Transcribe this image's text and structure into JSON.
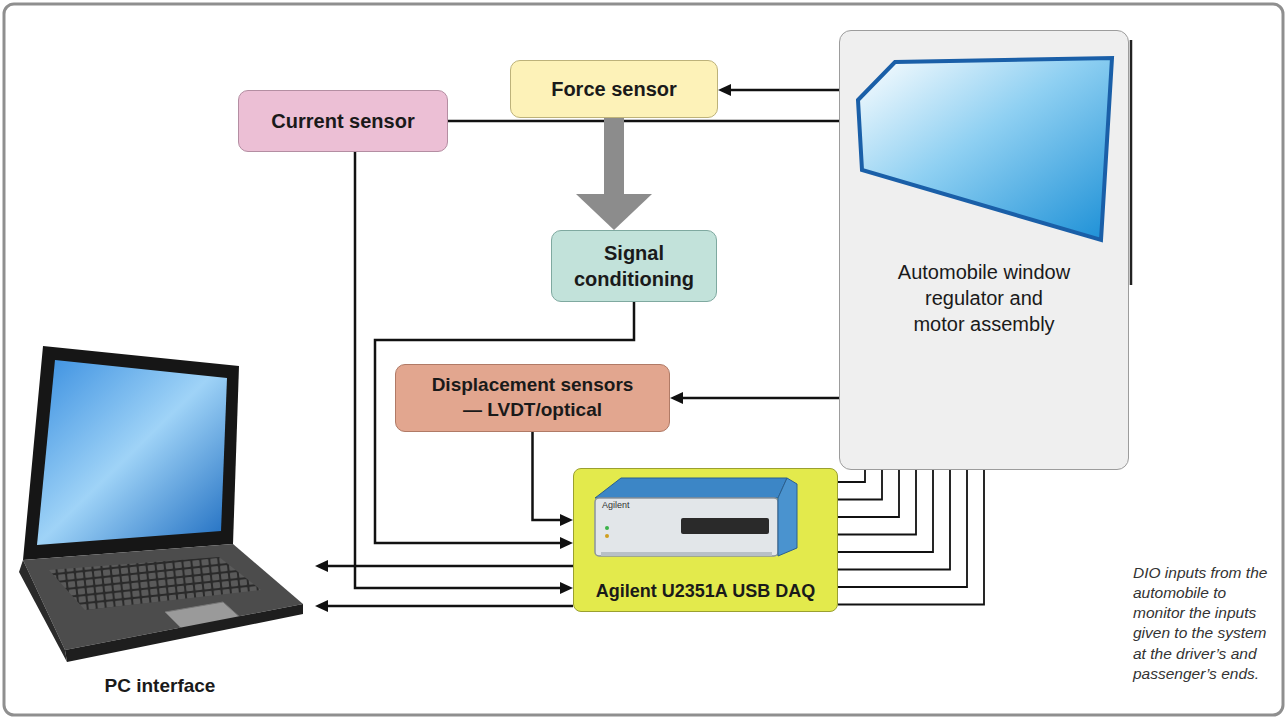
{
  "diagram": {
    "nodes": [
      {
        "text": [
          "Force sensor"
        ]
      },
      {
        "text": [
          "Current sensor"
        ]
      },
      {
        "text": [
          "Signal conditioning"
        ]
      },
      {
        "text": [
          "Automobile window regulator and motor assembly"
        ]
      },
      {
        "text": [
          "Displacement sensors — LVDT/optical"
        ]
      },
      {
        "text": [
          "Agilent U2351A USB DAQ"
        ]
      },
      {
        "text": [
          "PC interface"
        ]
      }
    ],
    "edges": [
      {
        "from": 3,
        "to": 0,
        "arrow": "to"
      },
      {
        "from": 1,
        "to": 3,
        "arrow": "none"
      },
      {
        "from": 0,
        "to": 2,
        "arrow": "to"
      },
      {
        "from": 3,
        "to": 4,
        "arrow": "to"
      },
      {
        "from": 4,
        "to": 5,
        "arrow": "to"
      },
      {
        "from": 2,
        "to": 5,
        "arrow": "to"
      },
      {
        "from": 1,
        "to": 5,
        "arrow": "to"
      },
      {
        "from": 5,
        "to": 6,
        "arrow": "to"
      },
      {
        "from": 5,
        "to": 6,
        "arrow": "to"
      },
      {
        "from": 3,
        "to": 5,
        "arrow": "none"
      },
      {
        "from": 3,
        "to": 5,
        "arrow": "none"
      },
      {
        "from": 3,
        "to": 5,
        "arrow": "none"
      },
      {
        "from": 3,
        "to": 5,
        "arrow": "none"
      },
      {
        "from": 3,
        "to": 5,
        "arrow": "none"
      },
      {
        "from": 3,
        "to": 5,
        "arrow": "none"
      },
      {
        "from": 3,
        "to": 5,
        "arrow": "none"
      },
      {
        "from": 3,
        "to": 5,
        "arrow": "none"
      }
    ],
    "labels": [
      "DIO inputs from the automobile to monitor the inputs given to the system at the driver’s and passenger’s ends.",
      "Agilent"
    ]
  }
}
